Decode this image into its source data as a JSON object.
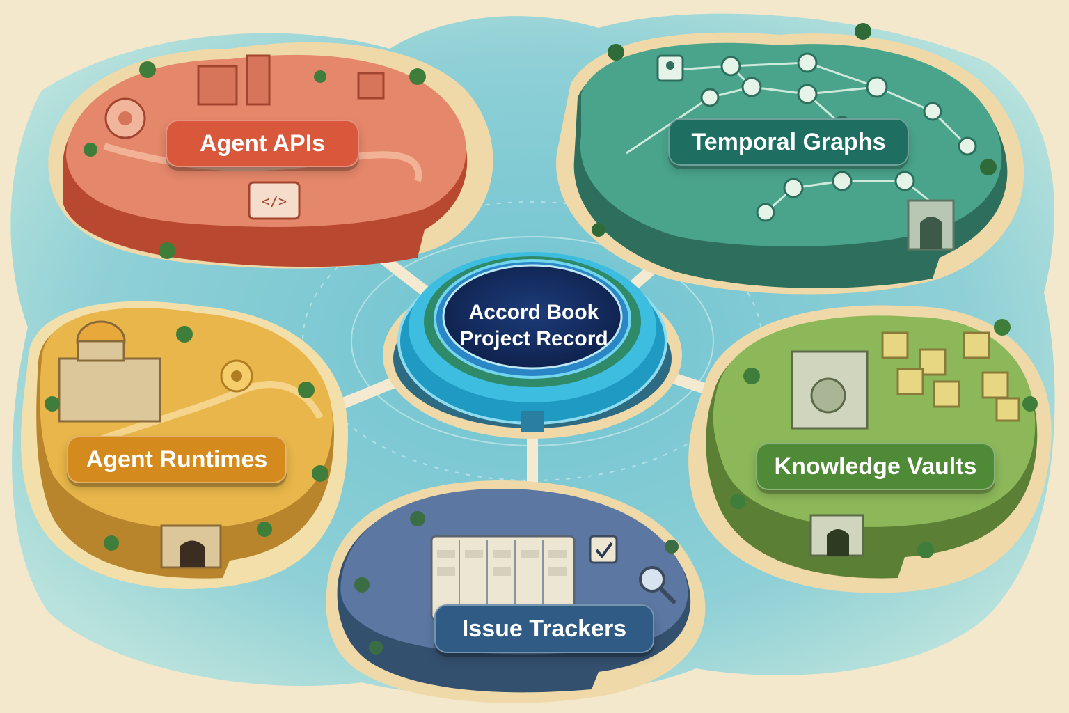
{
  "hub": {
    "line1": "Accord Book",
    "line2": "Project Record",
    "color": "#13285a",
    "ring_color": "#2cb5dc"
  },
  "islands": [
    {
      "id": "agent-apis",
      "label": "Agent APIs",
      "color": "#d9573b",
      "ground": "#e5876a",
      "icons": [
        "gear-icon",
        "code-sign-icon",
        "cube-building-icon"
      ]
    },
    {
      "id": "temporal-graphs",
      "label": "Temporal Graphs",
      "color": "#1f6e62",
      "ground": "#4aa48c",
      "icons": [
        "graph-node-icon",
        "person-card-icon",
        "stone-gate-icon"
      ]
    },
    {
      "id": "agent-runtimes",
      "label": "Agent Runtimes",
      "color": "#d48a1c",
      "ground": "#e8b64a",
      "icons": [
        "domed-building-icon",
        "gear-icon",
        "tunnel-icon"
      ]
    },
    {
      "id": "knowledge-vaults",
      "label": "Knowledge Vaults",
      "color": "#4f8a36",
      "ground": "#8cb85a",
      "icons": [
        "vault-safe-icon",
        "crate-icon",
        "tunnel-icon"
      ]
    },
    {
      "id": "issue-trackers",
      "label": "Issue Trackers",
      "color": "#2f5b85",
      "ground": "#5b77a2",
      "icons": [
        "kanban-board-icon",
        "checkbox-icon",
        "magnifier-icon"
      ]
    }
  ],
  "palette": {
    "water": "#8fd0d6",
    "sand": "#f3e8cc",
    "bridge": "#f4ead2",
    "tree": "#3f7d3a"
  }
}
